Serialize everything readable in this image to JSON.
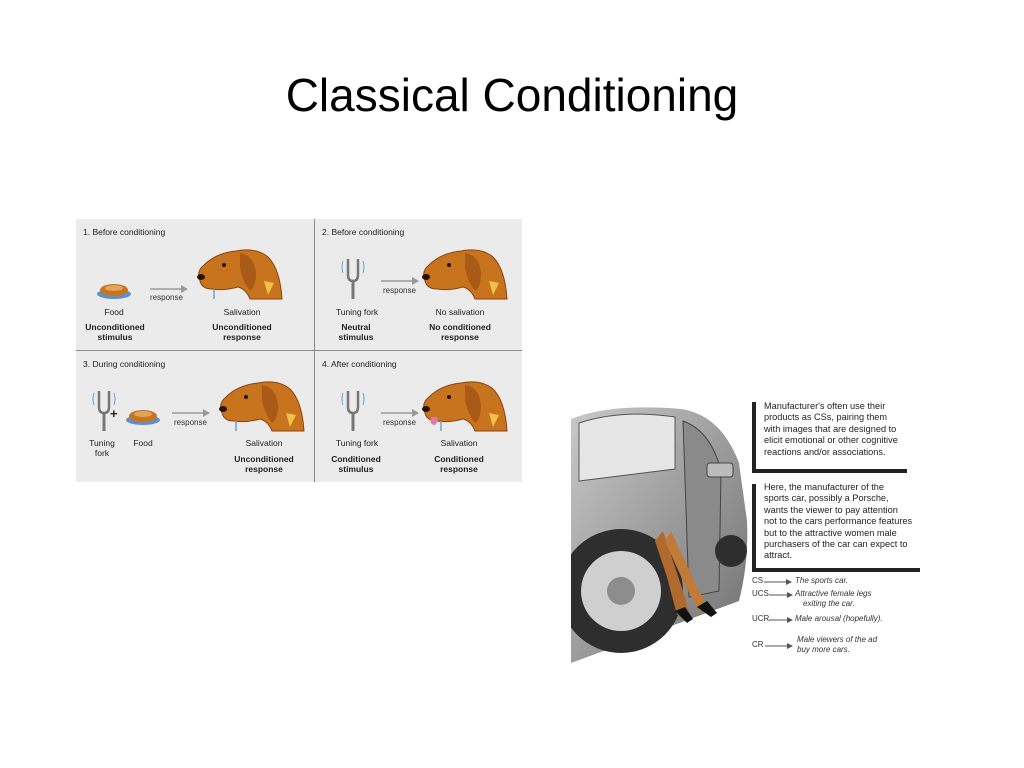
{
  "slide": {
    "title": "Classical Conditioning"
  },
  "diagram": {
    "panels": [
      {
        "title": "1. Before conditioning",
        "left_label": "Food",
        "left_bold": [
          "Unconditioned",
          "stimulus"
        ],
        "arrow_label": "response",
        "right_label": "Salivation",
        "right_bold": [
          "Unconditioned",
          "response"
        ]
      },
      {
        "title": "2. Before conditioning",
        "left_label": "Tuning fork",
        "left_bold": [
          "Neutral",
          "stimulus"
        ],
        "arrow_label": "response",
        "right_label": "No salivation",
        "right_bold": [
          "No conditioned",
          "response"
        ]
      },
      {
        "title": "3. During conditioning",
        "left_label": [
          "Tuning",
          "fork"
        ],
        "mid_label": "Food",
        "plus": "+",
        "arrow_label": "response",
        "right_label": "Salivation",
        "right_bold": [
          "Unconditioned",
          "response"
        ]
      },
      {
        "title": "4. After conditioning",
        "left_label": "Tuning fork",
        "left_bold": [
          "Conditioned",
          "stimulus"
        ],
        "arrow_label": "response",
        "right_label": "Salivation",
        "right_bold": [
          "Conditioned",
          "response"
        ]
      }
    ]
  },
  "ad": {
    "text1": [
      "Manufacturer's often use their",
      "products as CSs, pairing them",
      "with images that are designed to",
      "elicit emotional or other cognitive",
      "reactions and/or associations."
    ],
    "text2": [
      "Here, the manufacturer of the",
      "sports car, possibly a Porsche,",
      "wants the viewer to pay attention",
      "not to the cars performance features",
      "but to the attractive women male",
      "purchasers of the car can expect to",
      "attract."
    ],
    "legend": [
      {
        "key": "CS",
        "value": [
          "The sports car."
        ]
      },
      {
        "key": "UCS",
        "value": [
          "Attractive female legs",
          "exiting the car."
        ]
      },
      {
        "key": "UCR",
        "value": [
          "Male arousal (hopefully)."
        ]
      },
      {
        "key": "CR",
        "value": [
          "Male viewers of the ad",
          "buy more cars."
        ]
      }
    ]
  },
  "colors": {
    "dog": "#c8731e",
    "dog_dark": "#8a4510",
    "panel_bg": "#ebebeb",
    "car": "#9a9a9a"
  }
}
